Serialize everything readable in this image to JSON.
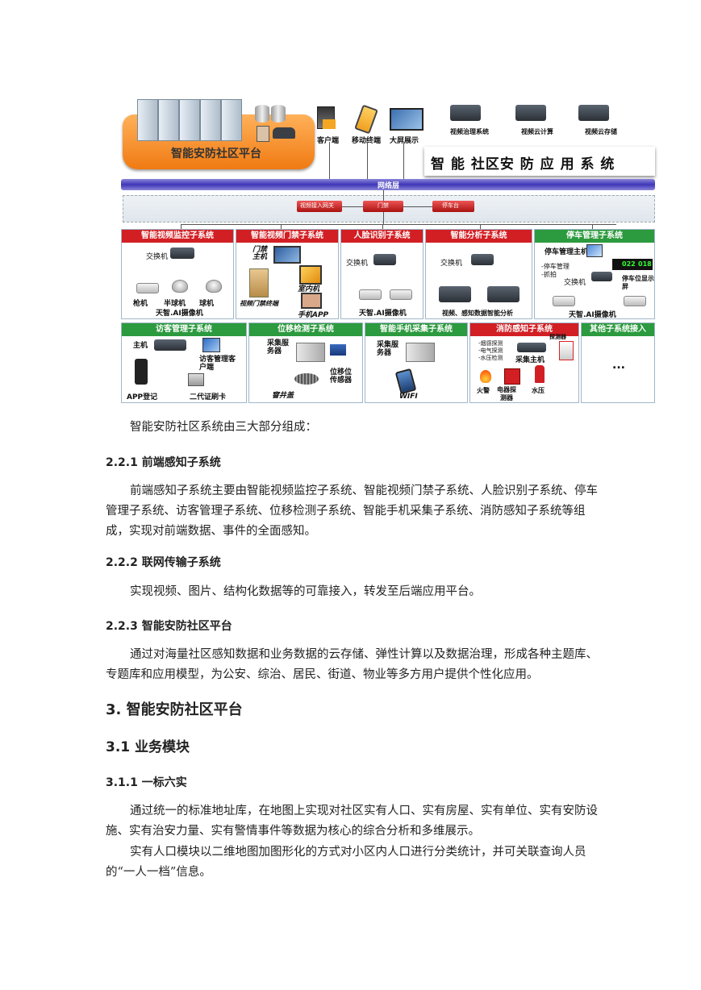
{
  "diagram": {
    "platform_title": "智能安防社区平台",
    "clients": [
      "客户端",
      "移动终端",
      "大屏展示"
    ],
    "cloud_items": [
      "视频治理系统",
      "视频云计算",
      "视频云存储"
    ],
    "app_system_title": "智 能 社区安 防 应 用 系 统",
    "network_layer": "网络层",
    "gateways": [
      "视频接入网关",
      "门禁",
      "停车台"
    ],
    "panels_row1": [
      {
        "title": "智能视频监控子系统",
        "labels": [
          "交换机",
          "枪机",
          "半球机",
          "球机",
          "天智.AI摄像机"
        ]
      },
      {
        "title": "智能视频门禁子系统",
        "labels": [
          "门禁",
          "主机",
          "室内机",
          "视频门禁终端",
          "手机APP"
        ]
      },
      {
        "title": "人脸识别子系统",
        "labels": [
          "交换机",
          "天智.AI摄像机"
        ]
      },
      {
        "title": "智能分析子系统",
        "labels": [
          "交换机",
          "视频、感知数据智能分析"
        ]
      },
      {
        "title": "停车管理子系统",
        "labels": [
          "停车管理主机",
          "-停车管理",
          "-抓拍",
          "交换机",
          "停车位显示屏",
          "天智.AI摄像机"
        ]
      }
    ],
    "parking_display": [
      "022",
      "018"
    ],
    "panels_row2": [
      {
        "title": "访客管理子系统",
        "labels": [
          "主机",
          "访客管理客户端",
          "APP登记",
          "二代证刷卡"
        ]
      },
      {
        "title": "位移检测子系统",
        "labels": [
          "采集服务器",
          "位移位传感器",
          "窨井盖"
        ]
      },
      {
        "title": "智能手机采集子系统",
        "labels": [
          "采集服务器",
          "WIFI"
        ]
      },
      {
        "title": "消防感知子系统",
        "labels": [
          "-烟感探测",
          "-电气探测",
          "-水压检测",
          "采集主机",
          "探测器",
          "火警",
          "电器探测器",
          "水压"
        ]
      },
      {
        "title": "其他子系统接入",
        "labels": [
          "..."
        ]
      }
    ]
  },
  "text": {
    "intro": "智能安防社区系统由三大部分组成：",
    "s221_title": "2.2.1 前端感知子系统",
    "s221_body": "前端感知子系统主要由智能视频监控子系统、智能视频门禁子系统、人脸识别子系统、停车管理子系统、访客管理子系统、位移检测子系统、智能手机采集子系统、消防感知子系统等组成，实现对前端数据、事件的全面感知。",
    "s222_title": "2.2.2 联网传输子系统",
    "s222_body": "实现视频、图片、结构化数据等的可靠接入，转发至后端应用平台。",
    "s223_title": "2.2.3 智能安防社区平台",
    "s223_body": "通过对海量社区感知数据和业务数据的云存储、弹性计算以及数据治理，形成各种主题库、专题库和应用模型，为公安、综治、居民、街道、物业等多方用户提供个性化应用。",
    "s3_title": "3. 智能安防社区平台",
    "s31_title": "3.1 业务模块",
    "s311_title": "3.1.1 一标六实",
    "s311_p1": "通过统一的标准地址库，在地图上实现对社区实有人口、实有房屋、实有单位、实有安防设施、实有治安力量、实有警情事件等数据为核心的综合分析和多维展示。",
    "s311_p2": "实有人口模块以二维地图加图形化的方式对小区内人口进行分类统计，并可关联查询人员的“一人一档”信息。"
  }
}
